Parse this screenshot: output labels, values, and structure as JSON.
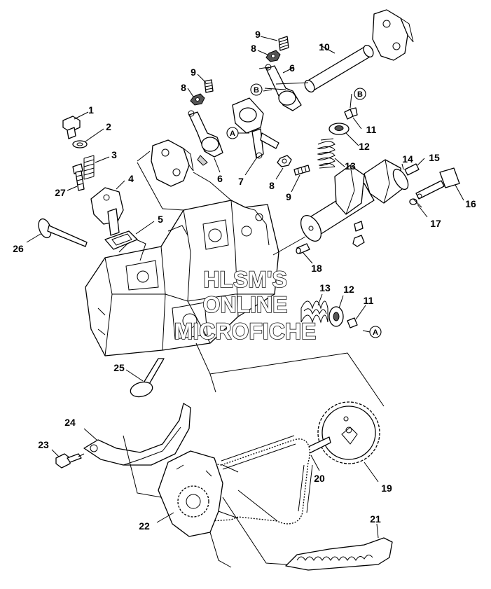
{
  "callouts": {
    "c1": "1",
    "c2": "2",
    "c3": "3",
    "c4": "4",
    "c5": "5",
    "c6a": "6",
    "c6b": "6",
    "c7": "7",
    "c8a": "8",
    "c8b": "8",
    "c8c": "8",
    "c9a": "9",
    "c9b": "9",
    "c9c": "9",
    "c10": "10",
    "c11a": "11",
    "c11b": "11",
    "c12a": "12",
    "c12b": "12",
    "c13a": "13",
    "c13b": "13",
    "c14": "14",
    "c15": "15",
    "c16": "16",
    "c17": "17",
    "c18": "18",
    "c19": "19",
    "c20": "20",
    "c21": "21",
    "c22": "22",
    "c23": "23",
    "c24": "24",
    "c25": "25",
    "c26": "26",
    "c27": "27"
  },
  "reference_marks": {
    "a1": "A",
    "a2": "A",
    "b1": "B",
    "b2": "B"
  },
  "watermark": {
    "line1": "HLSM'S",
    "line2": "ONLINE",
    "line3": "MICROFICHE"
  }
}
